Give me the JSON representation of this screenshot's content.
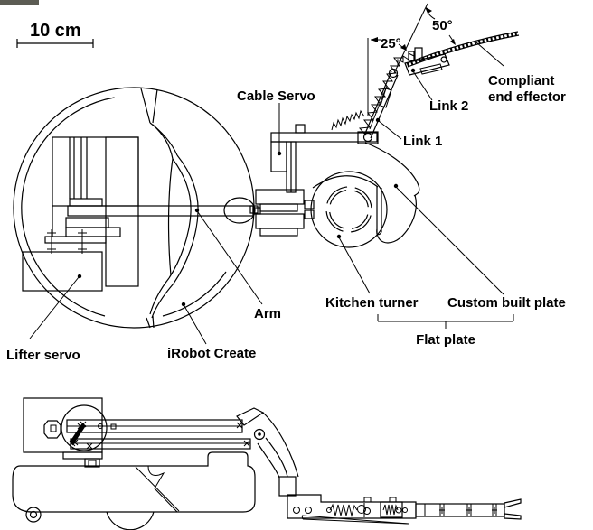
{
  "page": {
    "background": "#ffffff",
    "ink_color": "#000000",
    "topbar_color": "#5c5c54"
  },
  "scale_bar": {
    "label": "10 cm"
  },
  "top_view": {
    "labels": {
      "cable_servo": "Cable Servo",
      "link_1": "Link 1",
      "link_2": "Link 2",
      "compliant_line1": "Compliant",
      "compliant_line2": "end effector",
      "kitchen_turner": "Kitchen turner",
      "custom_built_plate": "Custom built plate",
      "flat_plate": "Flat plate",
      "arm": "Arm",
      "irobot_create": "iRobot Create",
      "lifter_servo": "Lifter servo"
    },
    "dimensions": {
      "link1_from_vertical": "25°",
      "effector_from_link1": "50°"
    }
  }
}
